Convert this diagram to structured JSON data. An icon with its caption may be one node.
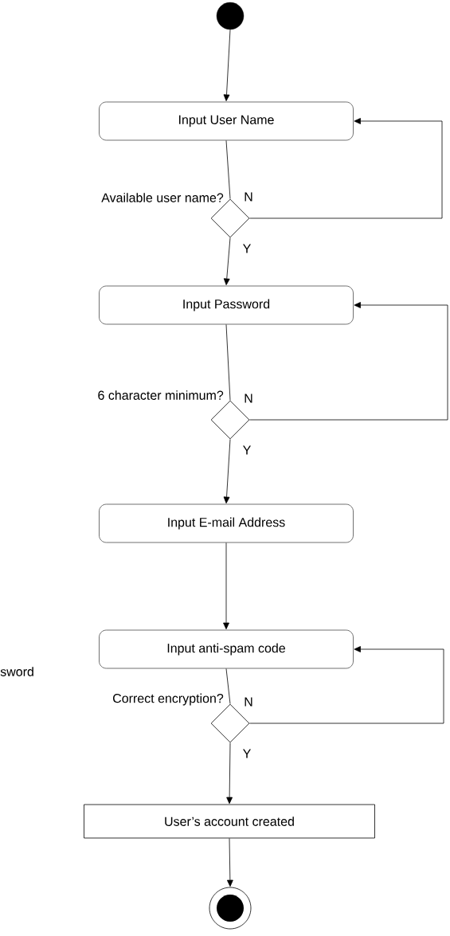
{
  "diagram": {
    "nodes": [
      {
        "text": [],
        "shape": "circle"
      },
      {
        "text": [
          "Input User Name"
        ]
      },
      {
        "text": [],
        "shape": "diamond",
        "beside": [
          "Available user name?"
        ]
      },
      {
        "text": [
          "Input Password"
        ]
      },
      {
        "text": [],
        "shape": "diamond",
        "beside": [
          "6 character minimum?"
        ]
      },
      {
        "text": [
          "Input E-mail Address"
        ]
      },
      {
        "text": [
          "Input anti-spam code"
        ]
      },
      {
        "text": [],
        "shape": "diamond",
        "beside": [
          "Correct encryption?"
        ]
      },
      {
        "text": [
          "User’s account created"
        ]
      },
      {
        "text": [],
        "shape": "circle"
      }
    ],
    "edges": [
      {
        "from": 0,
        "to": 1,
        "arrow": "to"
      },
      {
        "from": 1,
        "to": 2,
        "arrow": "none"
      },
      {
        "from": 2,
        "to": 3,
        "arrow": "to",
        "label": "Y"
      },
      {
        "from": 2,
        "to": 1,
        "arrow": "to",
        "label": "N"
      },
      {
        "from": 3,
        "to": 4,
        "arrow": "none"
      },
      {
        "from": 4,
        "to": 5,
        "arrow": "to",
        "label": "Y"
      },
      {
        "from": 4,
        "to": 3,
        "arrow": "to",
        "label": "N"
      },
      {
        "from": 5,
        "to": 6,
        "arrow": "to"
      },
      {
        "from": 6,
        "to": 7,
        "arrow": "none"
      },
      {
        "from": 7,
        "to": 8,
        "arrow": "to",
        "label": "Y"
      },
      {
        "from": 7,
        "to": 6,
        "arrow": "to",
        "label": "N"
      },
      {
        "from": 8,
        "to": 9,
        "arrow": "to"
      }
    ],
    "labels": [
      "sword"
    ]
  }
}
